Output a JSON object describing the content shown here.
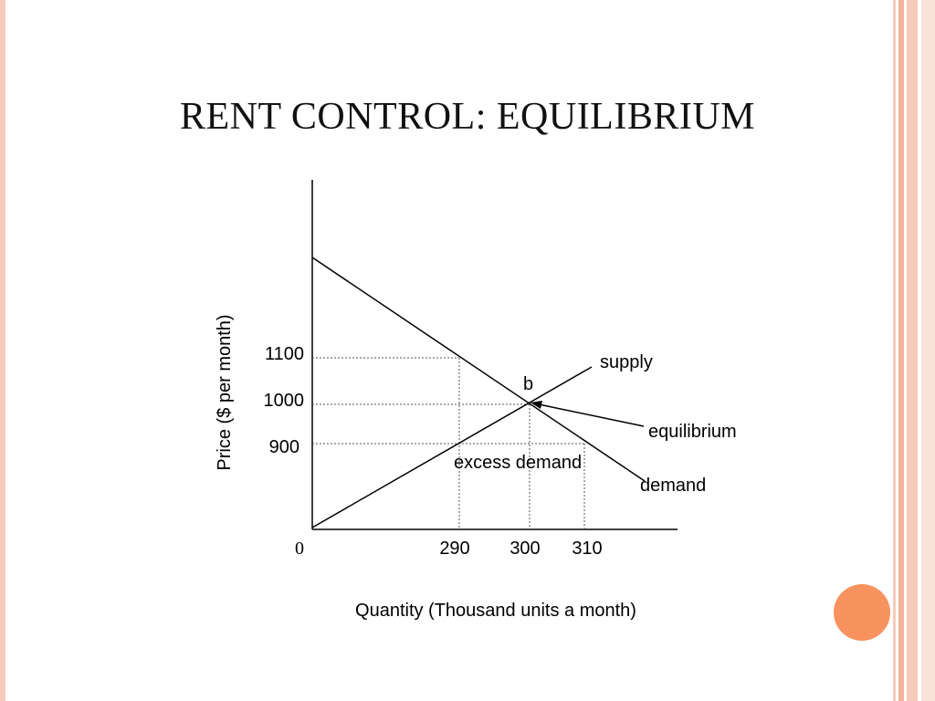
{
  "slide": {
    "title": "RENT CONTROL: EQUILIBRIUM",
    "accent_color": "#f8925f",
    "frame_color": "#f3b39d"
  },
  "diagram": {
    "y_axis_label": "Price ($ per month)",
    "x_axis_label": "Quantity (Thousand units a month)",
    "origin_label": "0",
    "price_ticks": [
      {
        "label": "1100",
        "value": 1100
      },
      {
        "label": "1000",
        "value": 1000
      },
      {
        "label": "900",
        "value": 900
      }
    ],
    "quantity_ticks": [
      {
        "label": "290",
        "value": 290
      },
      {
        "label": "300",
        "value": 300
      },
      {
        "label": "310",
        "value": 310
      }
    ],
    "curves": {
      "supply_label": "supply",
      "demand_label": "demand"
    },
    "annotations": {
      "point_label": "b",
      "equilibrium_label": "equilibrium",
      "excess_demand_label": "excess demand"
    }
  }
}
